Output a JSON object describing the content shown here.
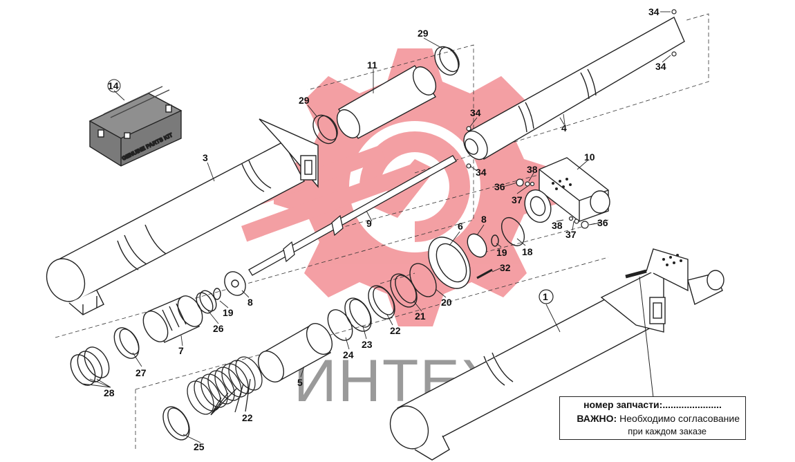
{
  "watermark": {
    "text": "ИНТЕХ",
    "logo_color": "#f08080"
  },
  "kit_label": "GENUINE PARTS KIT",
  "labels": [
    "1",
    "3",
    "4",
    "5",
    "6",
    "7",
    "8",
    "8",
    "9",
    "10",
    "11",
    "14",
    "18",
    "19",
    "19",
    "20",
    "21",
    "22",
    "22",
    "23",
    "24",
    "25",
    "26",
    "27",
    "28",
    "29",
    "29",
    "32",
    "34",
    "34",
    "34",
    "34",
    "36",
    "36",
    "37",
    "37",
    "38",
    "38"
  ],
  "notice": {
    "part_number_label": "номер запчасти:......................",
    "important_label": "ВАЖНО:",
    "important_text": " Необходимо согласование",
    "important_text2": "при каждом заказе"
  }
}
